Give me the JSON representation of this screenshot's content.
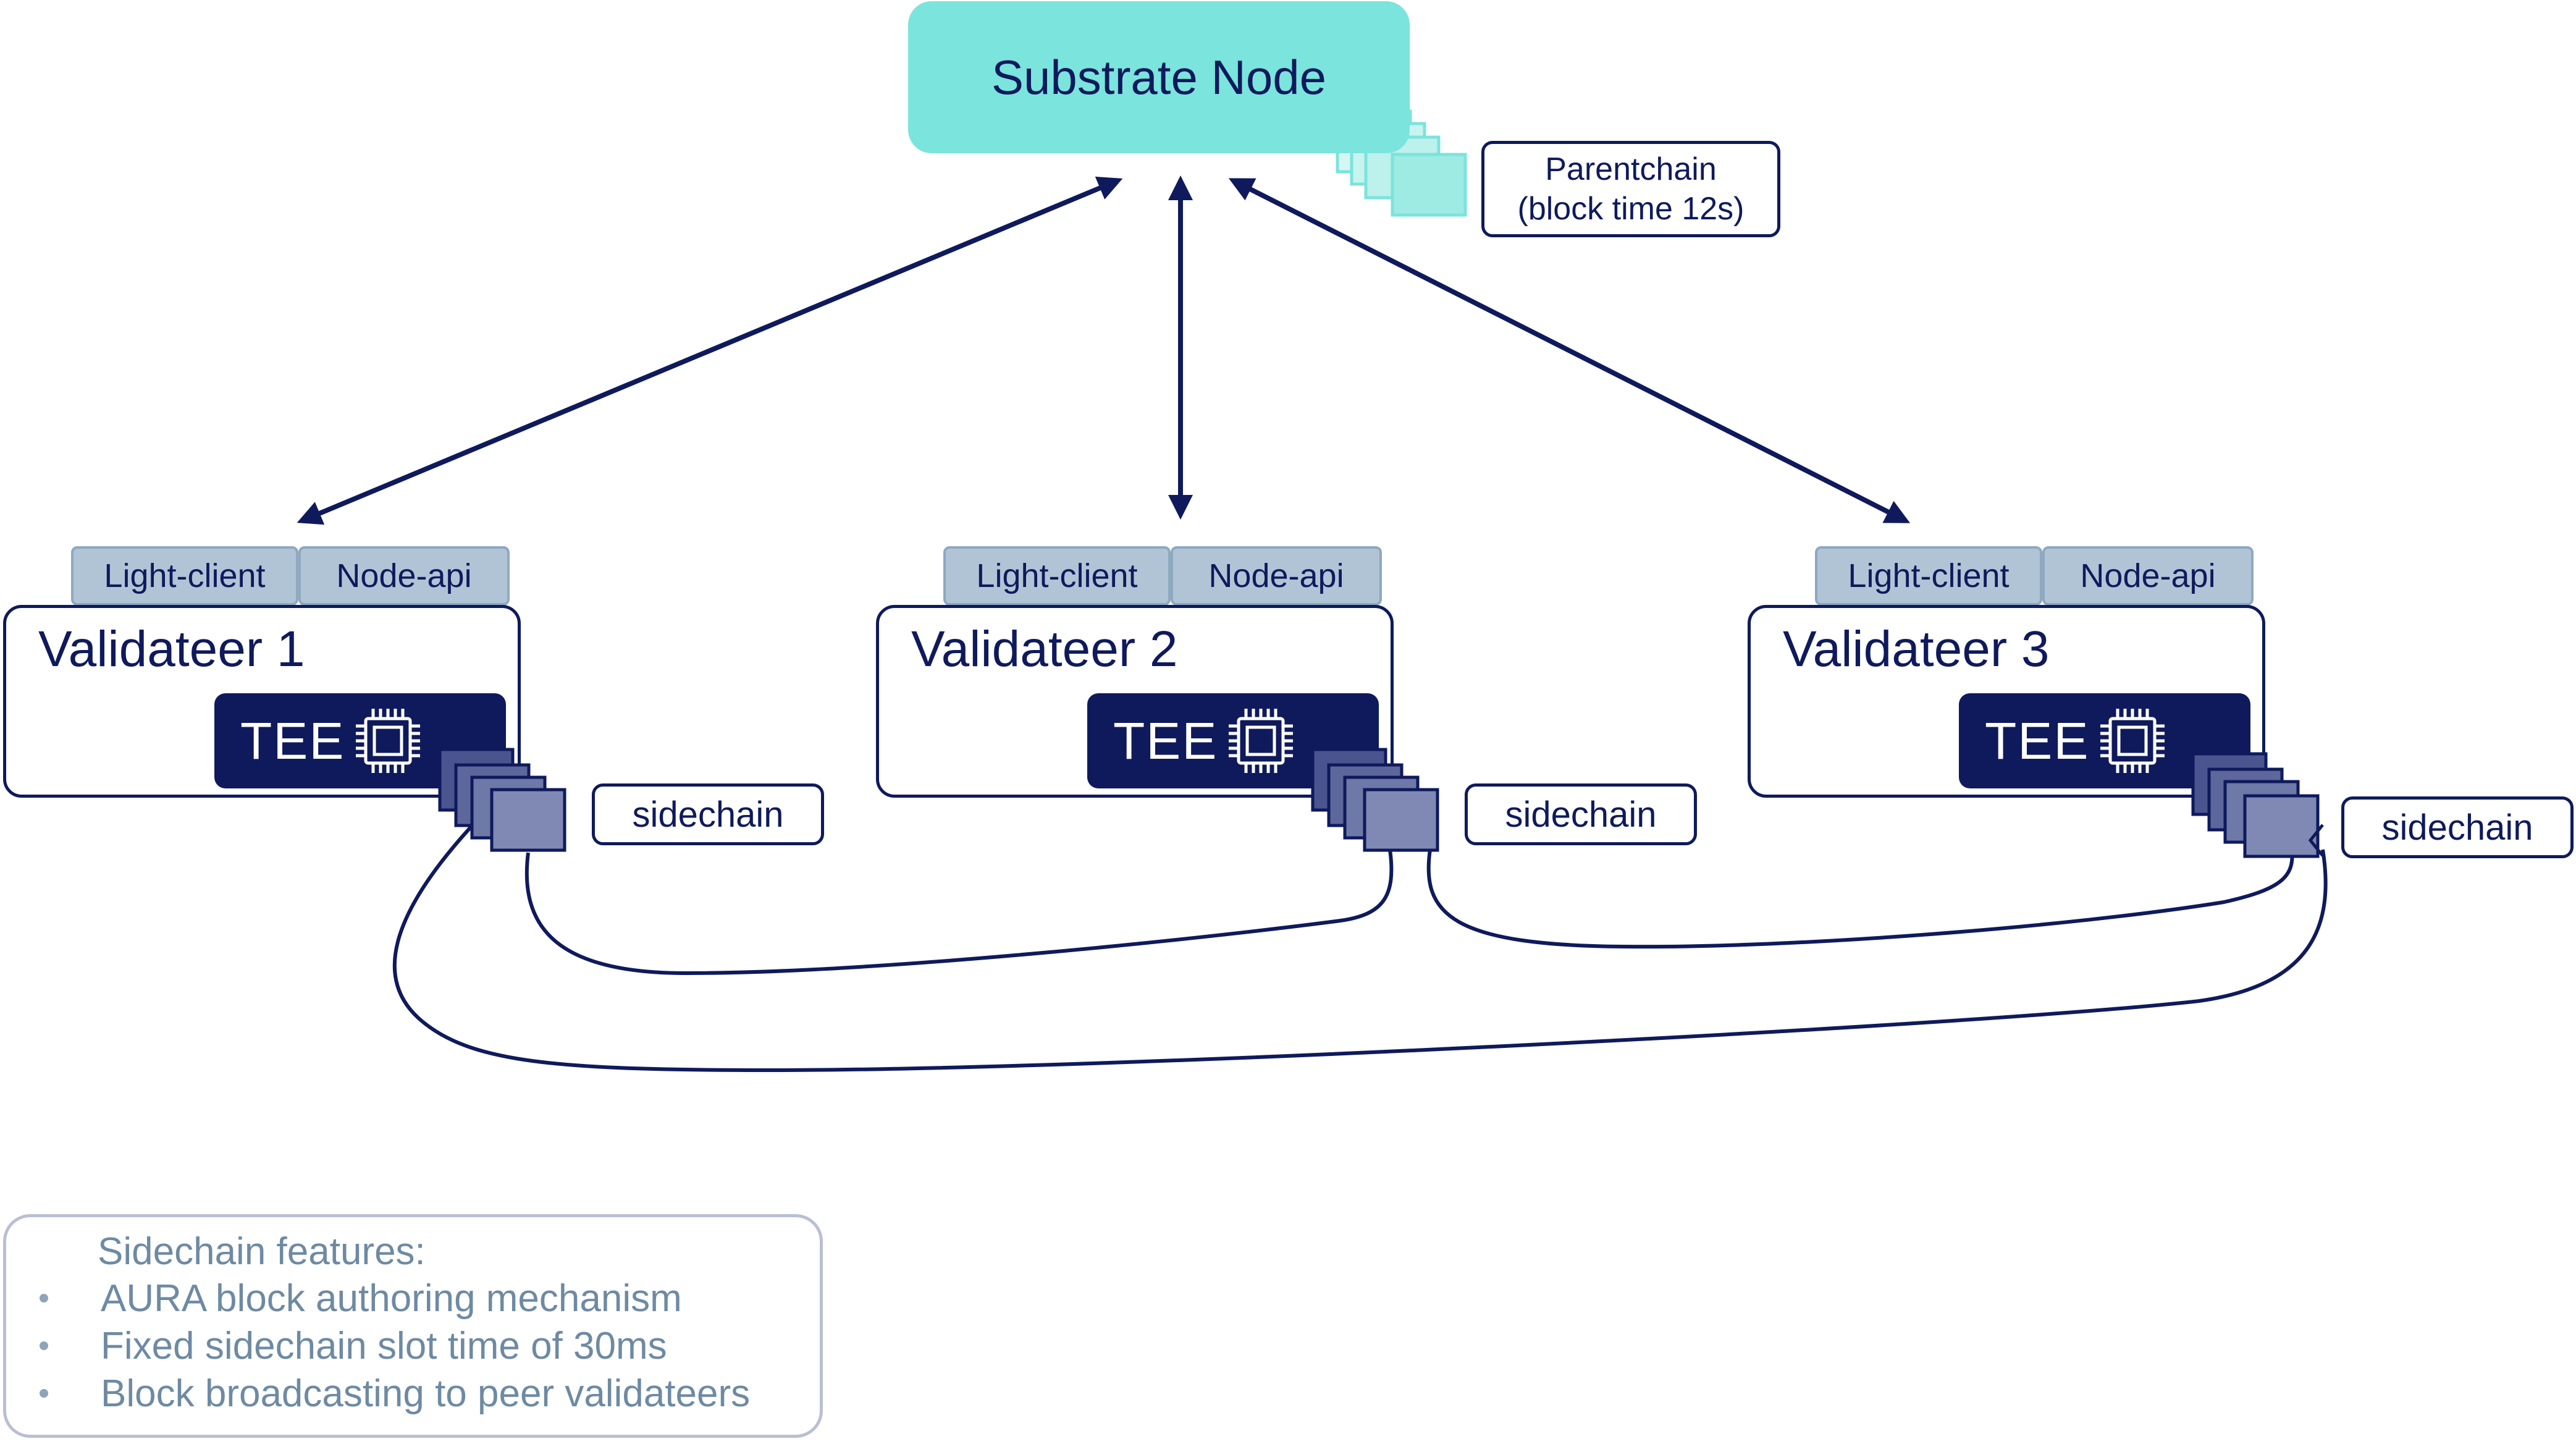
{
  "substrate_node": {
    "title": "Substrate Node"
  },
  "parentchain": {
    "line1": "Parentchain",
    "line2": "(block time 12s)"
  },
  "validateers": [
    {
      "title": "Validateer 1",
      "light_client": "Light-client",
      "node_api": "Node-api",
      "tee": "TEE",
      "sidechain": "sidechain"
    },
    {
      "title": "Validateer 2",
      "light_client": "Light-client",
      "node_api": "Node-api",
      "tee": "TEE",
      "sidechain": "sidechain"
    },
    {
      "title": "Validateer 3",
      "light_client": "Light-client",
      "node_api": "Node-api",
      "tee": "TEE",
      "sidechain": "sidechain"
    }
  ],
  "features": {
    "title": "Sidechain features:",
    "items": [
      "AURA block authoring mechanism",
      "Fixed sidechain slot time of 30ms",
      "Block broadcasting to peer validateers"
    ]
  },
  "colors": {
    "navy": "#0f1a5c",
    "teal": "#7be4dc",
    "tab_blue": "#b0c4d6",
    "feature_text": "#6e8aa3"
  }
}
